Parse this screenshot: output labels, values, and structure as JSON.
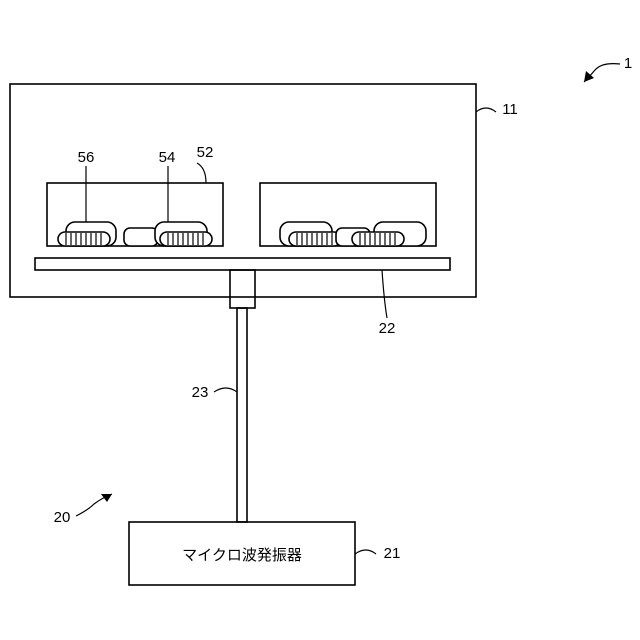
{
  "diagram": {
    "labels": {
      "ref_1": "1",
      "ref_11": "11",
      "ref_56": "56",
      "ref_54": "54",
      "ref_52": "52",
      "ref_22": "22",
      "ref_23": "23",
      "ref_20": "20",
      "ref_21": "21"
    },
    "generator_label": "マイクロ波発振器"
  }
}
